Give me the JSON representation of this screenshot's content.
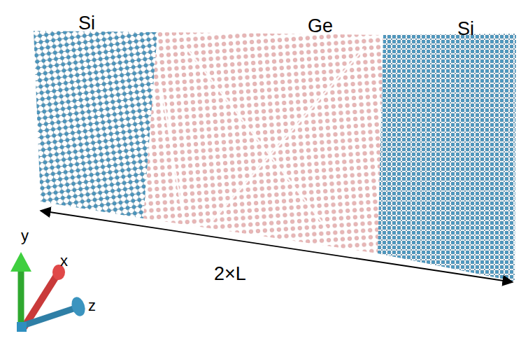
{
  "diagram": {
    "labels": [
      "Si",
      "Ge",
      "Si",
      "2×L",
      "y",
      "x",
      "z"
    ]
  }
}
